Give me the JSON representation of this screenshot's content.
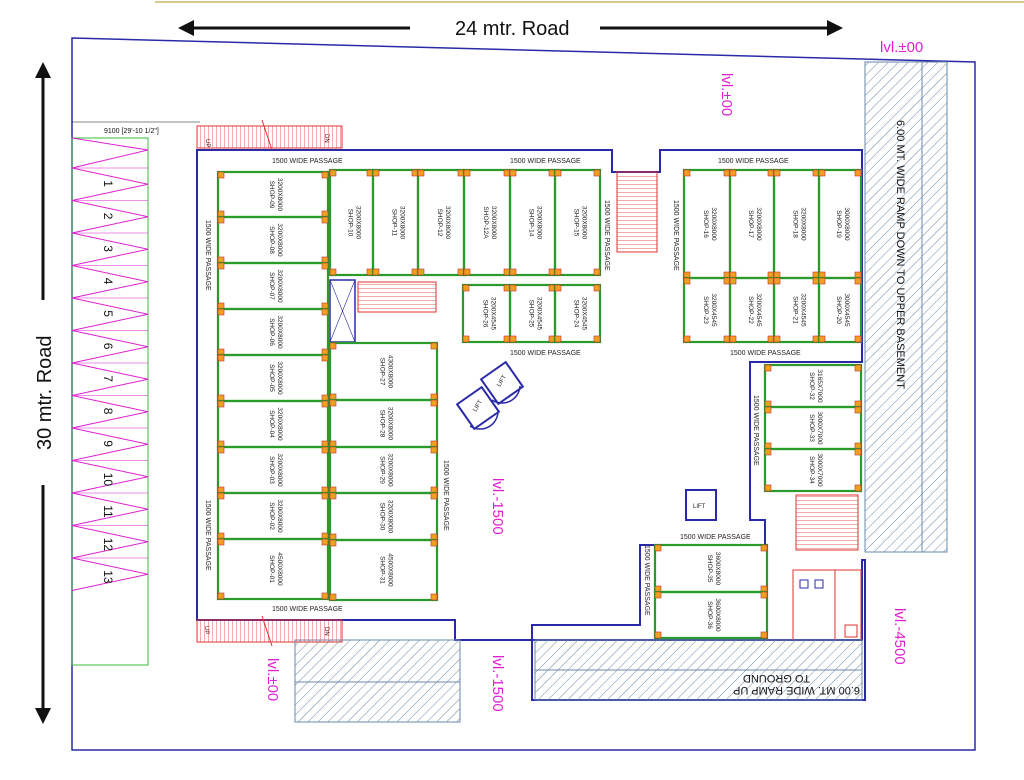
{
  "roads": {
    "top": "24 mtr. Road",
    "left": "30 mtr. Road"
  },
  "levels": {
    "top_right": "lvl.±00",
    "top_center": "lvl.±00",
    "center": "lvl.-1500",
    "bottom_center": "lvl.-1500",
    "bottom_left": "lvl.±00",
    "right": "lvl.-4500"
  },
  "parking": {
    "dimension": "9100 [29'-10 1/2\"]",
    "bays": [
      "1",
      "2",
      "3",
      "4",
      "5",
      "6",
      "7",
      "8",
      "9",
      "10",
      "11",
      "12",
      "13"
    ]
  },
  "passage_label": "1500 WIDE PASSAGE",
  "stairs": {
    "up": "UP",
    "dn": "DN"
  },
  "lift_label": "LIFT",
  "ramps": {
    "right": "6.00 MT. WIDE RAMP DOWN TO UPPER BASEMENT",
    "bottom_line1": "6.00 MT. WIDE RAMP UP",
    "bottom_line2": "TO GROUND"
  },
  "shops": {
    "s09": {
      "name": "SHOP-09",
      "size": "3200X8000"
    },
    "s08": {
      "name": "SHOP-08",
      "size": "3200X8000"
    },
    "s07": {
      "name": "SHOP-07",
      "size": "3200X8000"
    },
    "s06": {
      "name": "SHOP-06",
      "size": "3200X8000"
    },
    "s05": {
      "name": "SHOP-05",
      "size": "3200X8000"
    },
    "s04": {
      "name": "SHOP-04",
      "size": "3200X8000"
    },
    "s03": {
      "name": "SHOP-03",
      "size": "3200X8000"
    },
    "s02": {
      "name": "SHOP-02",
      "size": "3200X8000"
    },
    "s01": {
      "name": "SHOP-01",
      "size": "4500X8000"
    },
    "s10": {
      "name": "SHOP-10",
      "size": "3200X8000"
    },
    "s11": {
      "name": "SHOP-11",
      "size": "3200X8000"
    },
    "s12": {
      "name": "SHOP-12",
      "size": "3200X8000"
    },
    "s12a": {
      "name": "SHOP-12A",
      "size": "3200X8000"
    },
    "s14": {
      "name": "SHOP-14",
      "size": "3200X8000"
    },
    "s15": {
      "name": "SHOP-15",
      "size": "3200X8000"
    },
    "s26": {
      "name": "SHOP-26",
      "size": "3200X4545"
    },
    "s25": {
      "name": "SHOP-25",
      "size": "3200X4545"
    },
    "s24": {
      "name": "SHOP-24",
      "size": "3200X4545"
    },
    "s16": {
      "name": "SHOP-16",
      "size": "3200X8000"
    },
    "s17": {
      "name": "SHOP-17",
      "size": "3200X8000"
    },
    "s18": {
      "name": "SHOP-18",
      "size": "3200X8000"
    },
    "s19": {
      "name": "SHOP-19",
      "size": "3000X8000"
    },
    "s23": {
      "name": "SHOP-23",
      "size": "3200X4545"
    },
    "s22": {
      "name": "SHOP-22",
      "size": "3200X4545"
    },
    "s21": {
      "name": "SHOP-21",
      "size": "3200X4545"
    },
    "s20": {
      "name": "SHOP-20",
      "size": "3000X4545"
    },
    "s27": {
      "name": "SHOP-27",
      "size": "4300X8000"
    },
    "s28": {
      "name": "SHOP-28",
      "size": "3200X8000"
    },
    "s29": {
      "name": "SHOP-29",
      "size": "3200X8000"
    },
    "s30": {
      "name": "SHOP-30",
      "size": "3200X8000"
    },
    "s31": {
      "name": "SHOP-31",
      "size": "4500X8000"
    },
    "s32": {
      "name": "SHOP-32",
      "size": "3165X7000"
    },
    "s33": {
      "name": "SHOP-33",
      "size": "3000X7000"
    },
    "s34": {
      "name": "SHOP-34",
      "size": "3000X7000"
    },
    "s35": {
      "name": "SHOP-35",
      "size": "3600X8000"
    },
    "s36": {
      "name": "SHOP-36",
      "size": "3600X8000"
    }
  },
  "colors": {
    "wall": "#2a9a2a",
    "outline": "#2a2aa8",
    "level_text": "#e020d0",
    "parking": "#e020d0",
    "stair": "#e03030",
    "ramp_hatch": "#6a8aa8"
  }
}
